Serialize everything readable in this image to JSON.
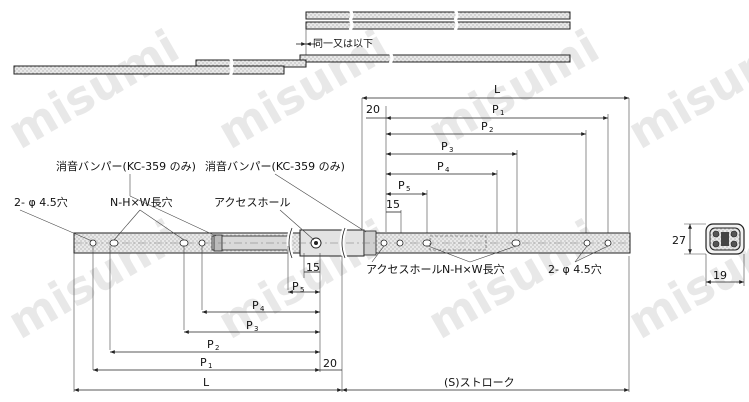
{
  "watermark": "misumi",
  "note_top": "同一又は以下",
  "labels": {
    "bumper_left": "消音バンパー(KC-359 のみ)",
    "bumper_right": "消音バンパー(KC-359 のみ)",
    "hole_left": "2- φ 4.5穴",
    "slot_left": "N-H×W長穴",
    "access_top": "アクセスホール",
    "access_bottom": "アクセスホール",
    "slot_right": "N-H×W長穴",
    "hole_right": "2- φ 4.5穴",
    "stroke": "(S)ストローク"
  },
  "dims_upper": {
    "L": "L",
    "d20": "20",
    "P1": "P",
    "P1_sub": "1",
    "P2": "P",
    "P2_sub": "2",
    "P3": "P",
    "P3_sub": "3",
    "P4": "P",
    "P4_sub": "4",
    "P5": "P",
    "P5_sub": "5",
    "d15": "15"
  },
  "dims_lower": {
    "d15": "15",
    "P5": "P",
    "P5_sub": "5",
    "P4": "P",
    "P4_sub": "4",
    "P3": "P",
    "P3_sub": "3",
    "P2": "P",
    "P2_sub": "2",
    "P1": "P",
    "P1_sub": "1",
    "d20": "20",
    "L": "L"
  },
  "section": {
    "height": "27",
    "width": "19"
  }
}
